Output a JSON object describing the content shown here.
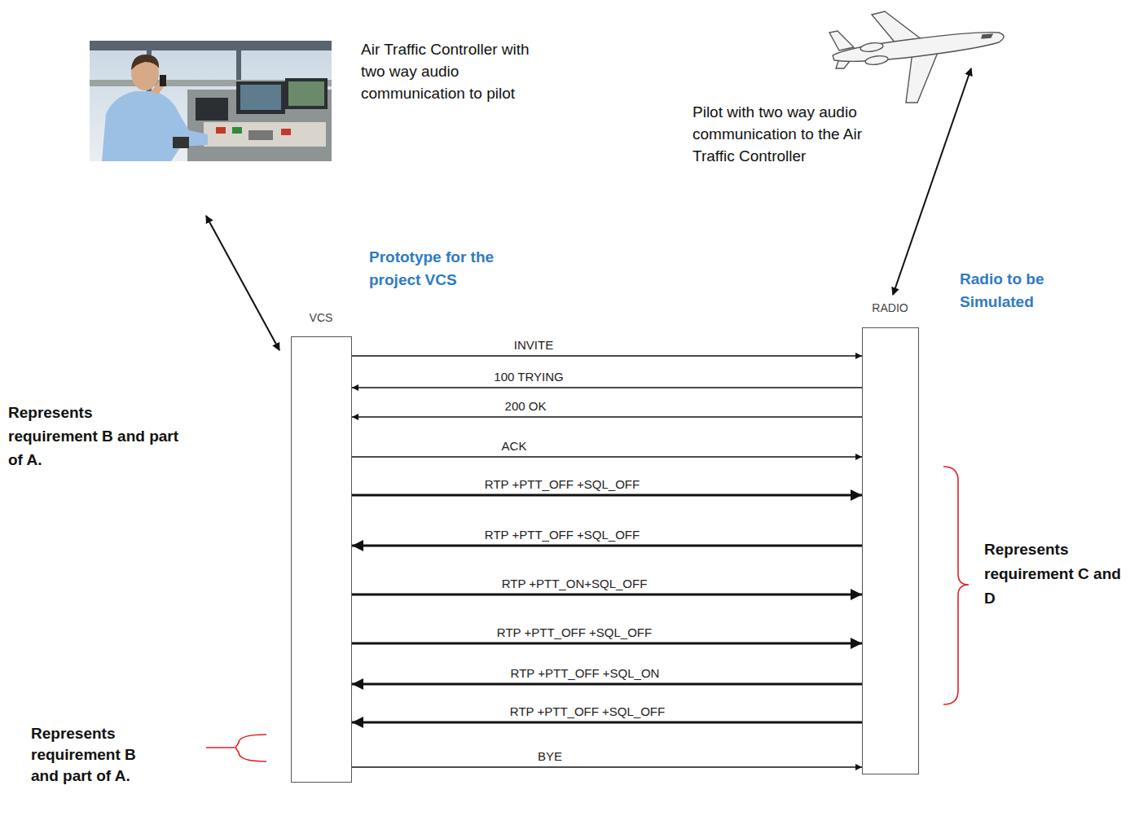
{
  "diagram": {
    "nodes": [
      {
        "text": [
          "VCS"
        ]
      },
      {
        "text": [
          "RADIO"
        ]
      }
    ],
    "edges": [
      {
        "from": 0,
        "to": 1,
        "arrow": "to",
        "label": "INVITE"
      },
      {
        "from": 1,
        "to": 0,
        "arrow": "to",
        "label": "100 TRYING"
      },
      {
        "from": 1,
        "to": 0,
        "arrow": "to",
        "label": "200 OK"
      },
      {
        "from": 0,
        "to": 1,
        "arrow": "to",
        "label": "ACK"
      },
      {
        "from": 0,
        "to": 1,
        "arrow": "to",
        "label": "RTP +PTT_OFF +SQL_OFF"
      },
      {
        "from": 1,
        "to": 0,
        "arrow": "to",
        "label": "RTP +PTT_OFF +SQL_OFF"
      },
      {
        "from": 0,
        "to": 1,
        "arrow": "to",
        "label": "RTP +PTT_ON+SQL_OFF"
      },
      {
        "from": 0,
        "to": 1,
        "arrow": "to",
        "label": "RTP +PTT_OFF +SQL_OFF"
      },
      {
        "from": 1,
        "to": 0,
        "arrow": "to",
        "label": "RTP +PTT_OFF +SQL_ON"
      },
      {
        "from": 1,
        "to": 0,
        "arrow": "to",
        "label": "RTP +PTT_OFF +SQL_OFF"
      },
      {
        "from": 0,
        "to": 1,
        "arrow": "to",
        "label": "BYE"
      }
    ],
    "labels": [
      "Air Traffic Controller with two way audio communication to pilot",
      "Pilot with two way audio communication to the Air Traffic Controller",
      "Prototype for the project VCS",
      "Radio to be Simulated",
      "Represents requirement B and part of A.",
      "Represents requirement C and D",
      "Represents requirement B and part of A."
    ]
  }
}
